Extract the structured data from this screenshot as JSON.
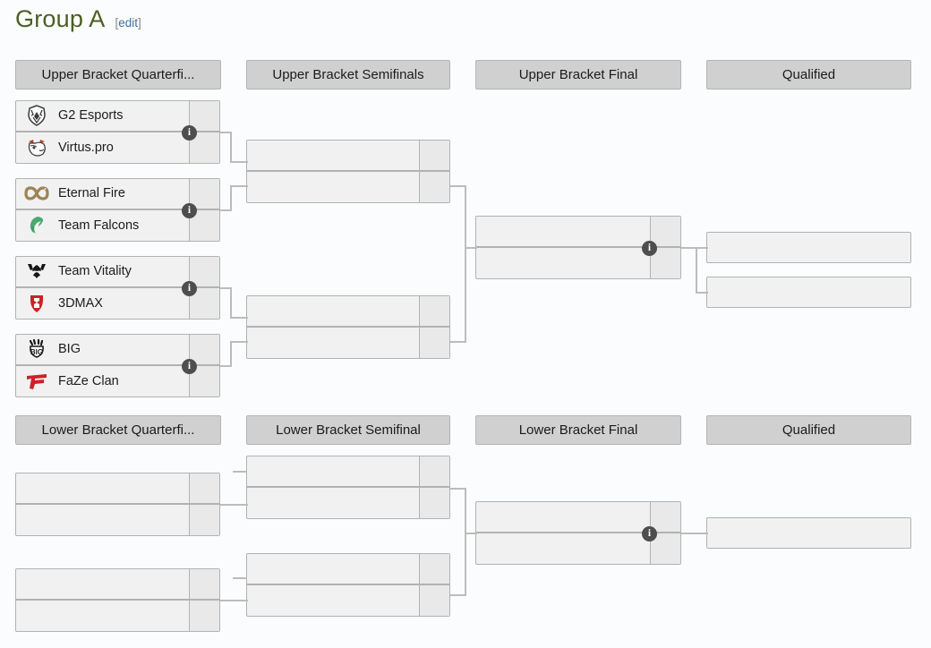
{
  "page": {
    "title": "Group A",
    "edit_label": "[edit]",
    "edit_text": "edit",
    "bracket_left": "[",
    "bracket_right": "]"
  },
  "colors": {
    "title": "#4c5f23",
    "link": "#3f6ea8",
    "header_bg": "#d0d0d0",
    "box_bg": "#f1f1f1",
    "score_bg": "#e9e9e9",
    "border": "#b2b2b2",
    "line": "#bcbcbc",
    "info_badge": "#4e4e4e",
    "page_bg": "#fbfcfd"
  },
  "upper_bracket": {
    "headers": [
      {
        "label": "Upper Bracket Quarterfi...",
        "name": "upper-bracket-quarterfinals"
      },
      {
        "label": "Upper Bracket Semifinals",
        "name": "upper-bracket-semifinals"
      },
      {
        "label": "Upper Bracket Final",
        "name": "upper-bracket-final"
      },
      {
        "label": "Qualified",
        "name": "upper-qualified"
      }
    ],
    "quarterfinals": [
      {
        "top": {
          "team": "G2 Esports",
          "logo": "g2-logo",
          "score": ""
        },
        "bottom": {
          "team": "Virtus.pro",
          "logo": "virtuspro-logo",
          "score": ""
        },
        "info": "i"
      },
      {
        "top": {
          "team": "Eternal Fire",
          "logo": "eternalfire-logo",
          "score": ""
        },
        "bottom": {
          "team": "Team Falcons",
          "logo": "falcons-logo",
          "score": ""
        },
        "info": "i"
      },
      {
        "top": {
          "team": "Team Vitality",
          "logo": "vitality-logo",
          "score": ""
        },
        "bottom": {
          "team": "3DMAX",
          "logo": "3dmax-logo",
          "score": ""
        },
        "info": "i"
      },
      {
        "top": {
          "team": "BIG",
          "logo": "big-logo",
          "score": ""
        },
        "bottom": {
          "team": "FaZe Clan",
          "logo": "faze-logo",
          "score": ""
        },
        "info": "i"
      }
    ],
    "semifinals": [
      {
        "top": {
          "team": "",
          "score": ""
        },
        "bottom": {
          "team": "",
          "score": ""
        }
      },
      {
        "top": {
          "team": "",
          "score": ""
        },
        "bottom": {
          "team": "",
          "score": ""
        }
      }
    ],
    "final": {
      "top": {
        "team": "",
        "score": ""
      },
      "bottom": {
        "team": "",
        "score": ""
      },
      "info": "i"
    },
    "qualified": [
      {
        "team": ""
      },
      {
        "team": ""
      }
    ]
  },
  "lower_bracket": {
    "headers": [
      {
        "label": "Lower Bracket Quarterfi...",
        "name": "lower-bracket-quarterfinals"
      },
      {
        "label": "Lower Bracket Semifinal",
        "name": "lower-bracket-semifinal"
      },
      {
        "label": "Lower Bracket Final",
        "name": "lower-bracket-final"
      },
      {
        "label": "Qualified",
        "name": "lower-qualified"
      }
    ],
    "quarterfinals": [
      {
        "top": {
          "team": "",
          "score": ""
        },
        "bottom": {
          "team": "",
          "score": ""
        }
      },
      {
        "top": {
          "team": "",
          "score": ""
        },
        "bottom": {
          "team": "",
          "score": ""
        }
      }
    ],
    "semifinals": [
      {
        "top": {
          "team": "",
          "score": ""
        },
        "bottom": {
          "team": "",
          "score": ""
        }
      },
      {
        "top": {
          "team": "",
          "score": ""
        },
        "bottom": {
          "team": "",
          "score": ""
        }
      }
    ],
    "final": {
      "top": {
        "team": "",
        "score": ""
      },
      "bottom": {
        "team": "",
        "score": ""
      },
      "info": "i"
    },
    "qualified": [
      {
        "team": ""
      }
    ]
  }
}
